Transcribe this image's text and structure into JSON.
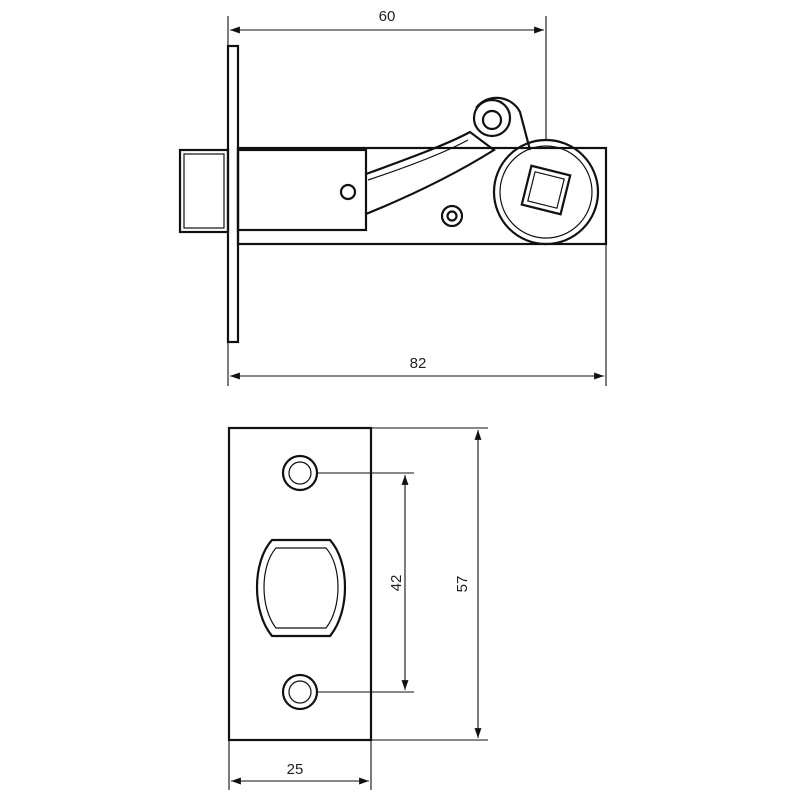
{
  "drawing": {
    "dimensions": {
      "depth_backset": "60",
      "overall_length": "82",
      "faceplate_height": "57",
      "screw_spacing": "42",
      "faceplate_width": "25"
    }
  },
  "colors": {
    "line": "#111111",
    "background": "#ffffff"
  }
}
